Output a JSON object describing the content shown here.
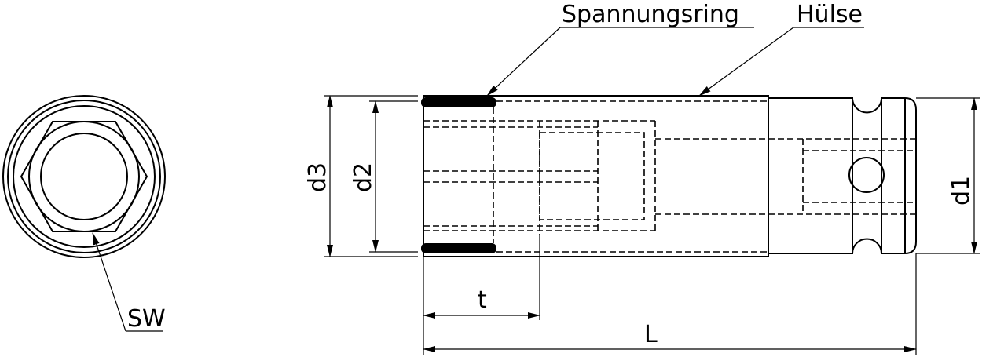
{
  "labels": {
    "spannungsring": "Spannungsring",
    "huelse": "Hülse",
    "sw": "SW",
    "d1": "d1",
    "d2": "d2",
    "d3": "d3",
    "t": "t",
    "L": "L"
  },
  "colors": {
    "line": "#000000",
    "background": "#ffffff"
  }
}
